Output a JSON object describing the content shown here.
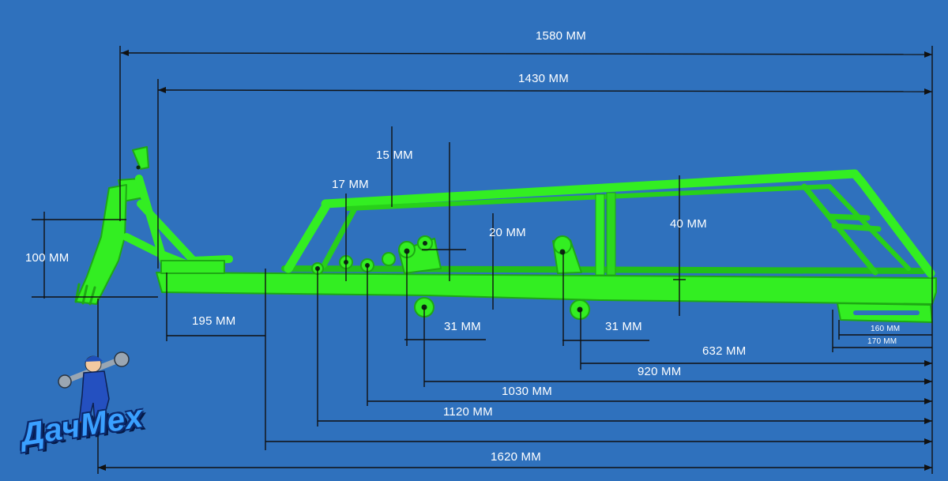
{
  "dimensions": {
    "overall_length": "1580 MM",
    "upper_length": "1430 MM",
    "tube_15": "15 MM",
    "tube_17": "17 MM",
    "gap_20": "20 MM",
    "height_40": "40 MM",
    "height_100": "100 MM",
    "offset_195": "195 MM",
    "bracket_31_a": "31 MM",
    "bracket_31_b": "31 MM",
    "dist_632": "632 MM",
    "dist_920": "920 MM",
    "dist_1030": "1030 MM",
    "dist_1120": "1120 MM",
    "dist_1620": "1620 MM",
    "slot_160": "160 MM",
    "slot_170": "170 MM"
  },
  "logo": {
    "text": "ДачМех"
  },
  "colors": {
    "background": "#2f71bd",
    "frame": "#33ee22",
    "frame_shade": "#22b818",
    "dimension_line": "#111111",
    "label_text": "#ffffff"
  }
}
